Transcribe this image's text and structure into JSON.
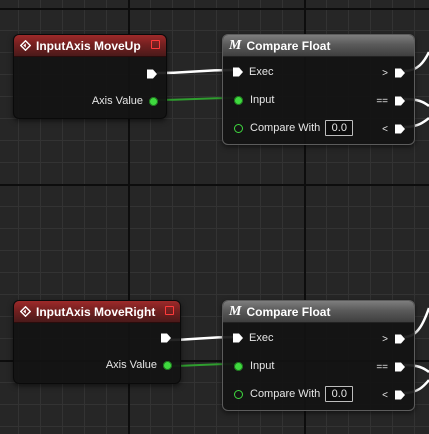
{
  "nodes": {
    "moveup_event": {
      "title": "InputAxis MoveUp",
      "axis_value_label": "Axis Value"
    },
    "moveup_compare": {
      "title": "Compare Float",
      "macro_glyph": "M",
      "exec_label": "Exec",
      "input_label": "Input",
      "compare_with_label": "Compare With",
      "compare_with_value": "0.0",
      "out_greater_label": ">",
      "out_equal_label": "==",
      "out_less_label": "<"
    },
    "moveright_event": {
      "title": "InputAxis MoveRight",
      "axis_value_label": "Axis Value"
    },
    "moveright_compare": {
      "title": "Compare Float",
      "macro_glyph": "M",
      "exec_label": "Exec",
      "input_label": "Input",
      "compare_with_label": "Compare With",
      "compare_with_value": "0.0",
      "out_greater_label": ">",
      "out_equal_label": "==",
      "out_less_label": "<"
    }
  },
  "colors": {
    "event_header": "#742020",
    "function_header": "#5a5a5a",
    "float_pin": "#3fd93f",
    "exec_pin": "#ffffff",
    "delegate_pin": "#ff3a3a",
    "background": "#262626"
  },
  "icons": {
    "event_icon": "event-diamond-icon",
    "macro_icon": "macro-m-icon",
    "exec_pin": "exec-arrow-pin",
    "delegate_pin": "delegate-square-pin"
  }
}
